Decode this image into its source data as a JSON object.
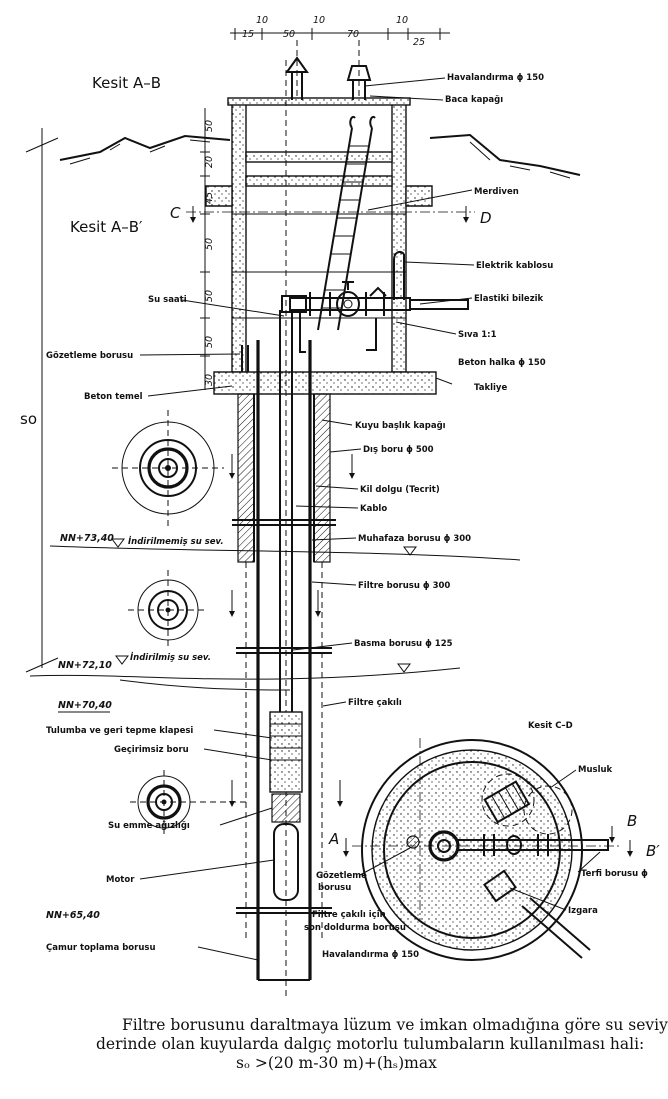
{
  "sections": {
    "ab_top": "Kesit A–B",
    "ab_mid": "Kesit  A–B′",
    "cd": "Kesit C–D"
  },
  "dimensions_top": [
    "10",
    "10",
    "10",
    "15",
    "50",
    "70",
    "25"
  ],
  "dimensions_side": [
    "50",
    "20",
    "45",
    "50",
    "50",
    "50",
    "30"
  ],
  "symbols": {
    "so": "so",
    "C": "C",
    "D": "D",
    "A": "A",
    "B": "B",
    "Bp": "B′"
  },
  "levels": [
    {
      "level": "NN+73,40",
      "text": "İndirilmemiş su sev."
    },
    {
      "level": "NN+72,10",
      "text": "İndirilmiş su sev."
    },
    {
      "level": "NN+70,40",
      "text": ""
    },
    {
      "level": "NN+65,40",
      "text": ""
    }
  ],
  "labels_right": [
    "Havalandırma ϕ 150",
    "Baca kapağı",
    "Merdiven",
    "Elektrik kablosu",
    "Elastiki bilezik",
    "Sıva 1:1",
    "Beton halka ϕ 150",
    "Takliye",
    "Kuyu başlık kapağı",
    "Dış boru ϕ 500",
    "Kil dolgu (Tecrit)",
    "Kablo",
    "Muhafaza borusu ϕ 300",
    "Filtre borusu ϕ 300",
    "Basma borusu ϕ 125",
    "Filtre çakılı",
    "Filtre çakılı için",
    "son doldurma borusu",
    "Havalandırma ϕ 150"
  ],
  "labels_left": [
    "Su saati",
    "Gözetleme borusu",
    "Beton temel",
    "Tulumba ve geri tepme klapesi",
    "Geçirimsiz boru",
    "Su emme ağızlığı",
    "Motor",
    "Çamur toplama borusu"
  ],
  "labels_cd": [
    "Musluk",
    "Gözetleme",
    "borusu",
    "Terfi borusu ϕ",
    "Izgara"
  ],
  "caption": {
    "line1": "Filtre borusunu daraltmaya lüzum ve imkan olmadığına göre su seviyesi",
    "line2": "derinde olan kuyularda dalgıç motorlu tulumbaların kullanılması hali:",
    "line3": "sₒ  >(20 m-30 m)+(hₛ)max"
  }
}
